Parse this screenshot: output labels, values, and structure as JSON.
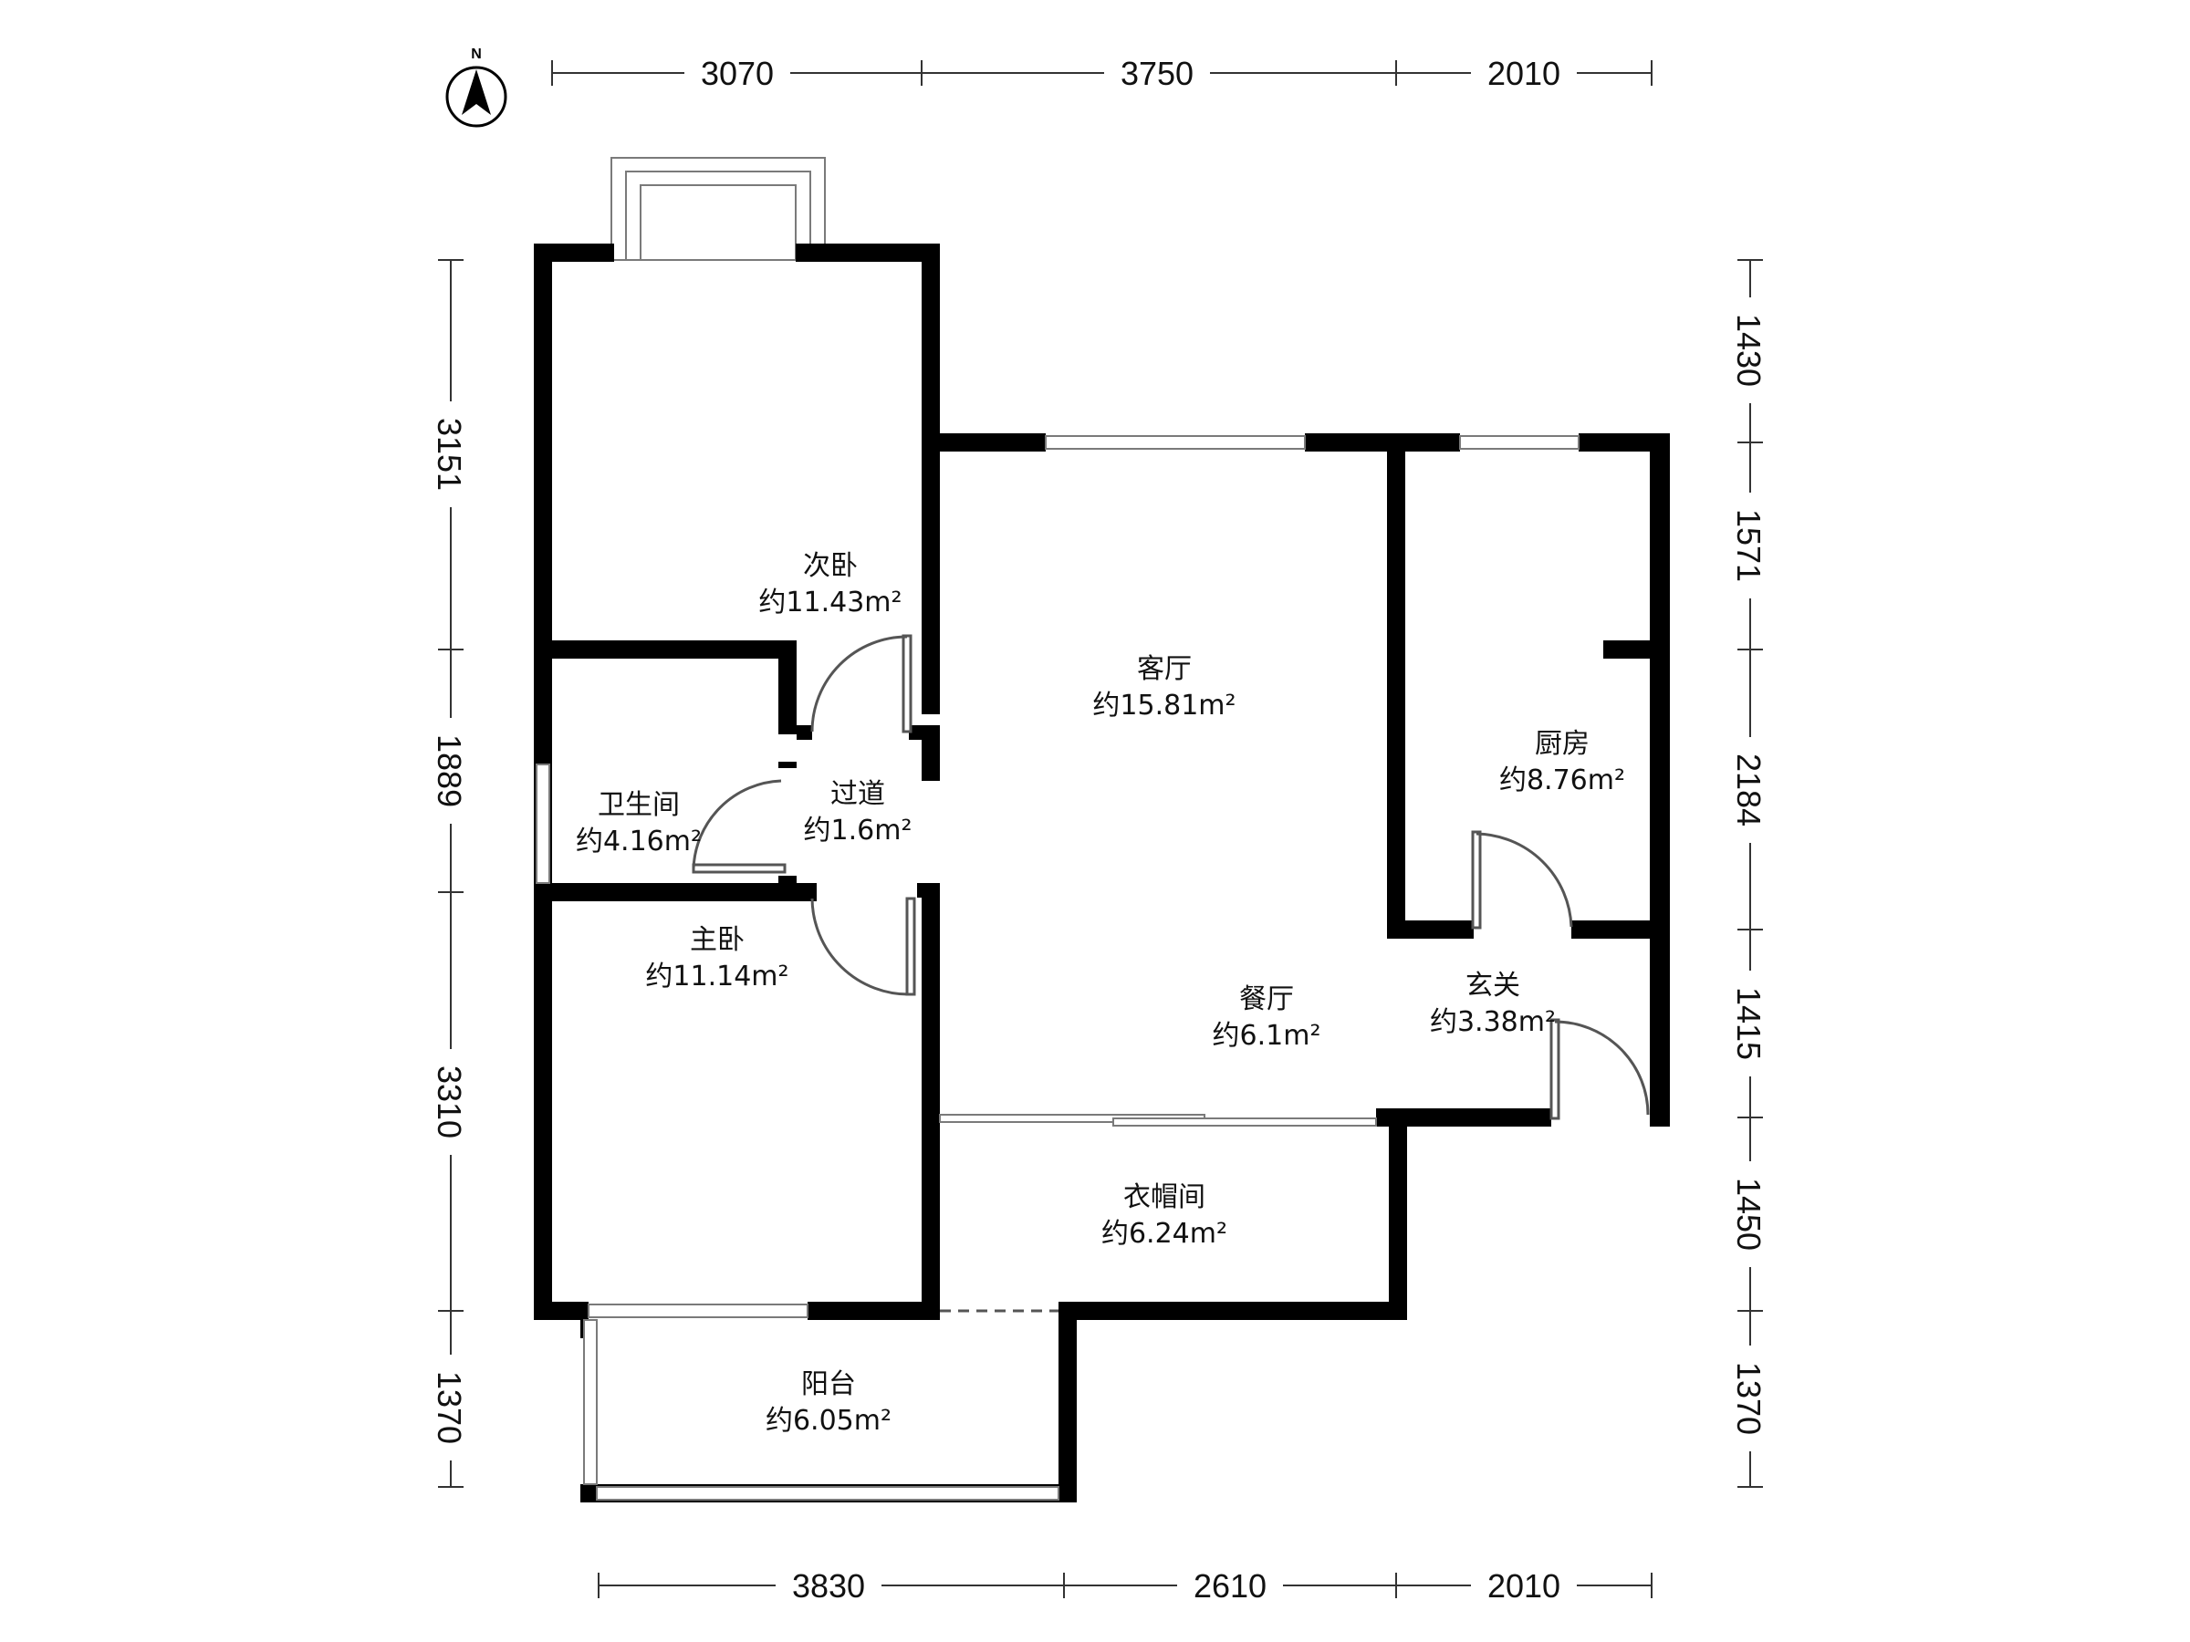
{
  "compass": {
    "label": "N"
  },
  "dimensions": {
    "top": [
      "3070",
      "3750",
      "2010"
    ],
    "bottom": [
      "3830",
      "2610",
      "2010"
    ],
    "left": [
      "3151",
      "1889",
      "3310",
      "1370"
    ],
    "right": [
      "1430",
      "1571",
      "2184",
      "1415",
      "1450",
      "1370"
    ]
  },
  "rooms": {
    "second_bedroom": {
      "name": "次卧",
      "area": "约11.43m²"
    },
    "living_room": {
      "name": "客厅",
      "area": "约15.81m²"
    },
    "kitchen": {
      "name": "厨房",
      "area": "约8.76m²"
    },
    "bathroom": {
      "name": "卫生间",
      "area": "约4.16m²"
    },
    "corridor": {
      "name": "过道",
      "area": "约1.6m²"
    },
    "master_bedroom": {
      "name": "主卧",
      "area": "约11.14m²"
    },
    "dining_room": {
      "name": "餐厅",
      "area": "约6.1m²"
    },
    "entrance": {
      "name": "玄关",
      "area": "约3.38m²"
    },
    "cloakroom": {
      "name": "衣帽间",
      "area": "约6.24m²"
    },
    "balcony": {
      "name": "阳台",
      "area": "约6.05m²"
    }
  },
  "colors": {
    "wall": "#000000",
    "window": "#7a7a7a",
    "background": "#ffffff"
  }
}
